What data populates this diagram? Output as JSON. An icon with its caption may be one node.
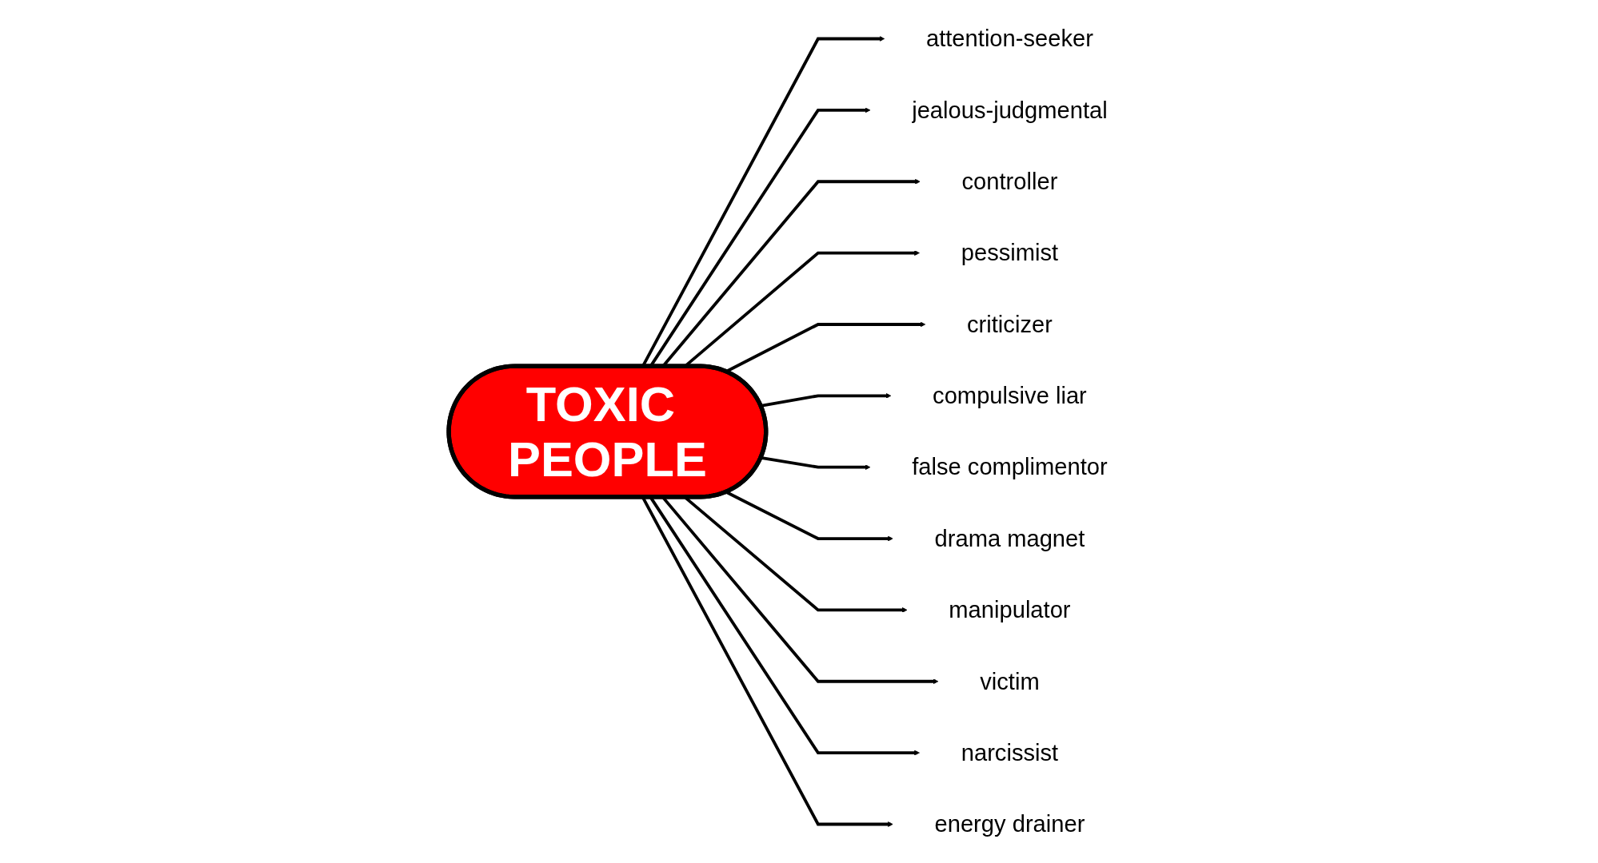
{
  "diagram": {
    "nodes": [
      {
        "text": [
          "TOXIC PEOPLE"
        ]
      },
      {
        "text": [
          "attention-seeker"
        ]
      },
      {
        "text": [
          "jealous-judgmental"
        ]
      },
      {
        "text": [
          "controller"
        ]
      },
      {
        "text": [
          "pessimist"
        ]
      },
      {
        "text": [
          "criticizer"
        ]
      },
      {
        "text": [
          "compulsive liar"
        ]
      },
      {
        "text": [
          "false complimentor"
        ]
      },
      {
        "text": [
          "drama magnet"
        ]
      },
      {
        "text": [
          "manipulator"
        ]
      },
      {
        "text": [
          "victim"
        ]
      },
      {
        "text": [
          "narcissist"
        ]
      },
      {
        "text": [
          "energy drainer"
        ]
      }
    ],
    "edges": [
      {
        "from": 0,
        "to": 1,
        "arrow": "to"
      },
      {
        "from": 0,
        "to": 2,
        "arrow": "to"
      },
      {
        "from": 0,
        "to": 3,
        "arrow": "to"
      },
      {
        "from": 0,
        "to": 4,
        "arrow": "to"
      },
      {
        "from": 0,
        "to": 5,
        "arrow": "to"
      },
      {
        "from": 0,
        "to": 6,
        "arrow": "to"
      },
      {
        "from": 0,
        "to": 7,
        "arrow": "to"
      },
      {
        "from": 0,
        "to": 8,
        "arrow": "to"
      },
      {
        "from": 0,
        "to": 9,
        "arrow": "to"
      },
      {
        "from": 0,
        "to": 10,
        "arrow": "to"
      },
      {
        "from": 0,
        "to": 11,
        "arrow": "to"
      },
      {
        "from": 0,
        "to": 12,
        "arrow": "to"
      }
    ]
  }
}
